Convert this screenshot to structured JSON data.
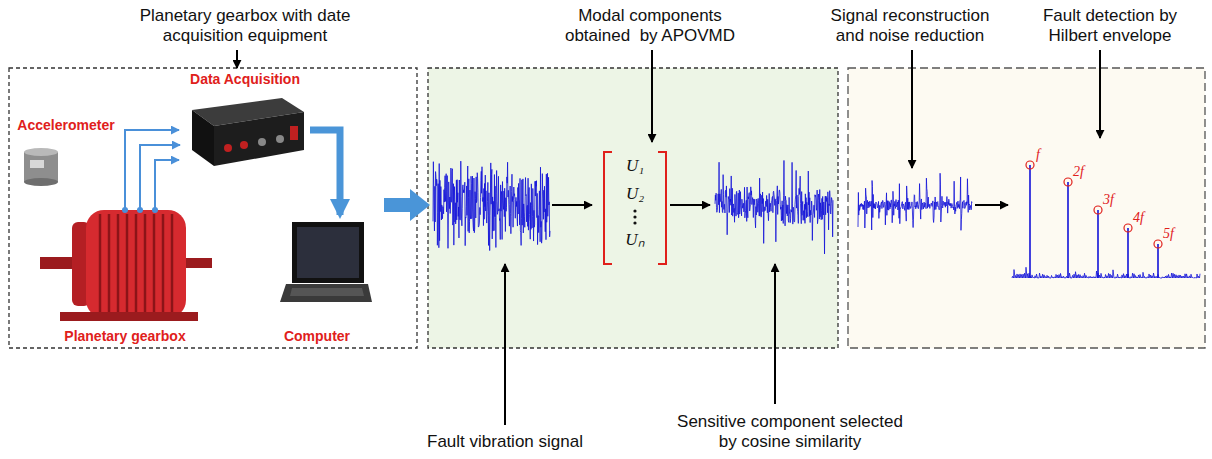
{
  "diagram": {
    "nodes": [
      {
        "text": [
          "Accelerometer"
        ]
      },
      {
        "text": [
          "Data Acquisition"
        ]
      },
      {
        "text": [
          "Planetary gearbox"
        ]
      },
      {
        "text": [
          "Computer"
        ]
      },
      {
        "text": [
          "U₁",
          "U₂",
          "Uₙ"
        ]
      }
    ],
    "edges": [
      {
        "from": 2,
        "to": 1,
        "arrow": "to"
      },
      {
        "from": 1,
        "to": 3,
        "arrow": "to"
      }
    ],
    "labels": [
      "Planetary gearbox with date acquisition equipment",
      "Modal components obtained  by APOVMD",
      "Signal reconstruction and noise reduction",
      "Fault detection by Hilbert envelope",
      "Fault vibration signal",
      "Sensitive component selected by cosine similarity",
      "f",
      "2f",
      "3f",
      "4f",
      "5f"
    ]
  }
}
